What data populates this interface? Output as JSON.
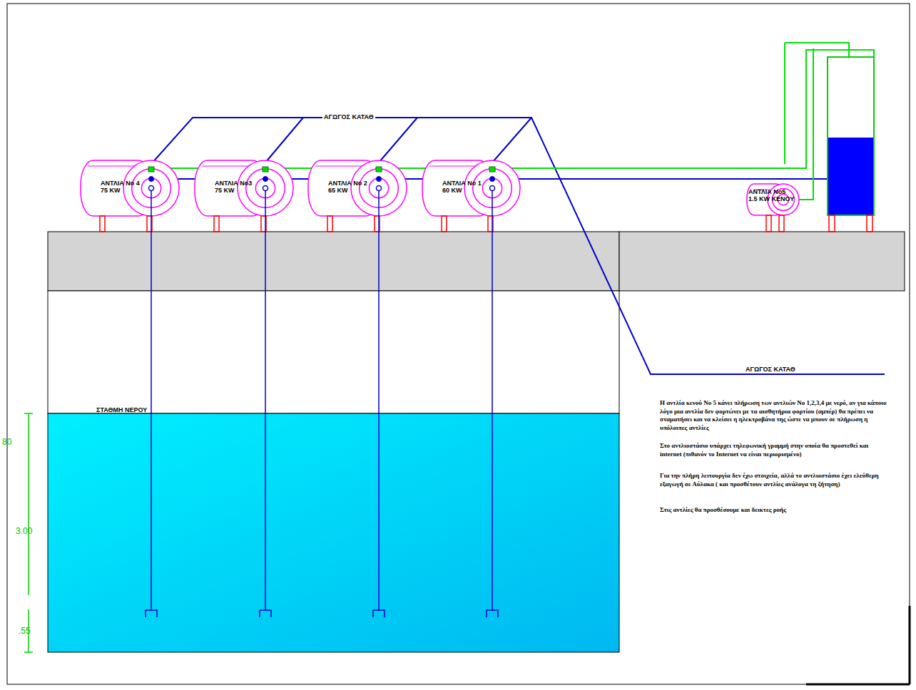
{
  "diagram": {
    "nodes": [
      {
        "text": [
          "ΑΝΤΛΙΑ No 4",
          "75 KW"
        ]
      },
      {
        "text": [
          "ΑΝΤΛΙΑ No3",
          "75 KW"
        ]
      },
      {
        "text": [
          "ΑΝΤΛΙΑ No 2",
          "65 KW"
        ]
      },
      {
        "text": [
          "ΑΝΤΛΙΑ No 1",
          "60 KW"
        ]
      },
      {
        "text": [
          "ΑΝΤΛΙΑ No5",
          "1.5 KW ΚΕΝΟΥ"
        ]
      }
    ],
    "labels": [
      "ΑΓΩΓΟΣ ΚΑΤΑΘ",
      "ΑΓΩΓΟΣ ΚΑΤΑΘ",
      "ΣΤΑΘΜΗ ΝΕΡΟΥ",
      "80",
      "3.00",
      ".55",
      "Η αντλία κενού Νο 5 κάνει πλήρωση των αντλιών Νο 1,2,3,4 με νερό, αν για κάποιο λόγο μια αντλία δεν φορτώνει με τα αισθητήρια φορτίου (αμπέρ) θα πρέπει να σταματήσει και να κλείσει η ηλεκτροβάνα της ώστε να μπουν σε πλήρωση η υπόλοιπες αντλίες",
      "Στο αντλιοστάσιο υπάρχει τηλεφωνική γραμμή στην οποία θα προστεθεί και internet (πιθανόν το Internet να είναι περιορισμένο)",
      "Για την πλήρη λειτουργία δεν έχω στοιχεία, αλλά το αντλιοστάσιο έχει ελεύθερη εξαγωγή σε Αύλακα ( και προσθέτουν αντλίες ανάλογα τη ζήτηση)",
      "Στις αντλίες θα προσθέσουμε και δεικτες ροής"
    ]
  }
}
